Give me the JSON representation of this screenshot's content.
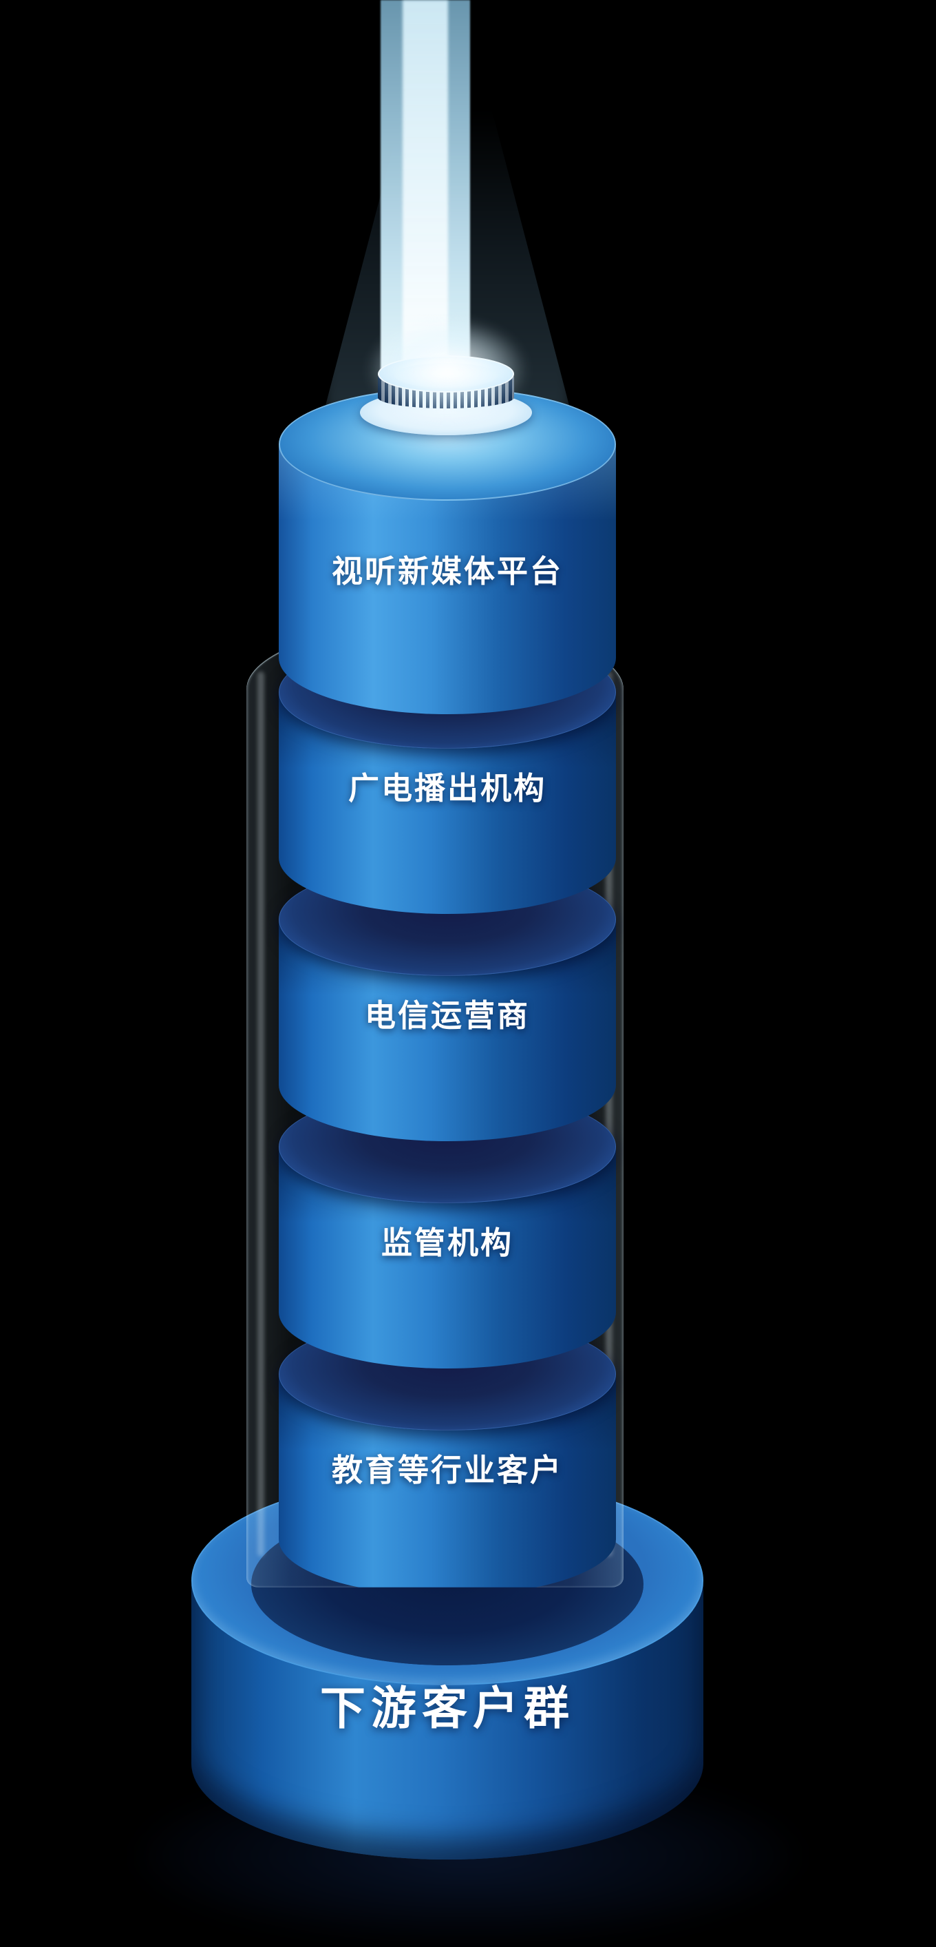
{
  "diagram": {
    "layers": [
      {
        "label": "视听新媒体平台"
      },
      {
        "label": "广电播出机构"
      },
      {
        "label": "电信运营商"
      },
      {
        "label": "监管机构"
      },
      {
        "label": "教育等行业客户"
      }
    ],
    "base": {
      "label": "下游客户群"
    },
    "colors": {
      "background": "#000000",
      "cylinder_light": "#3c97dd",
      "cylinder_dark": "#0a3468",
      "opening_dark": "#131c4a",
      "base_rim": "#4fb0ef",
      "beam": "#e8f6ff",
      "text": "#ffffff"
    }
  }
}
